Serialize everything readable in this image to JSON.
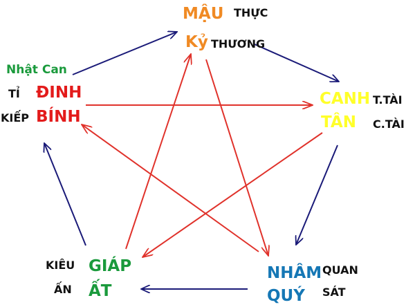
{
  "title": "Nhật Can",
  "colors": {
    "generating_arrow": "#1a1a78",
    "controlling_arrow": "#e0322b",
    "earth": "#f08a24",
    "metal": "#ffff2a",
    "water": "#1577b5",
    "wood": "#1a9a3c",
    "fire": "#e31b1b",
    "title_green": "#1a9a3c",
    "relation_text": "#111111"
  },
  "nodes": {
    "top": {
      "stem1": "MẬU",
      "stem2": "Kỷ",
      "rel1": "THỰC",
      "rel2": "THƯƠNG",
      "element_color": "#f08a24"
    },
    "right": {
      "stem1": "CANH",
      "stem2": "TÂN",
      "rel1": "T.TÀI",
      "rel2": "C.TÀI",
      "element_color": "#ffff2a"
    },
    "bottom_right": {
      "stem1": "NHÂM",
      "stem2": "QUÝ",
      "rel1": "QUAN",
      "rel2": "SÁT",
      "element_color": "#1577b5"
    },
    "bottom_left": {
      "stem1": "GIÁP",
      "stem2": "ẤT",
      "rel1": "KIÊU",
      "rel2": "ẤN",
      "element_color": "#1a9a3c"
    },
    "left": {
      "stem1": "ĐINH",
      "stem2": "BÍNH",
      "rel1": "TỈ",
      "rel2": "KIẾP",
      "element_color": "#e31b1b"
    }
  }
}
